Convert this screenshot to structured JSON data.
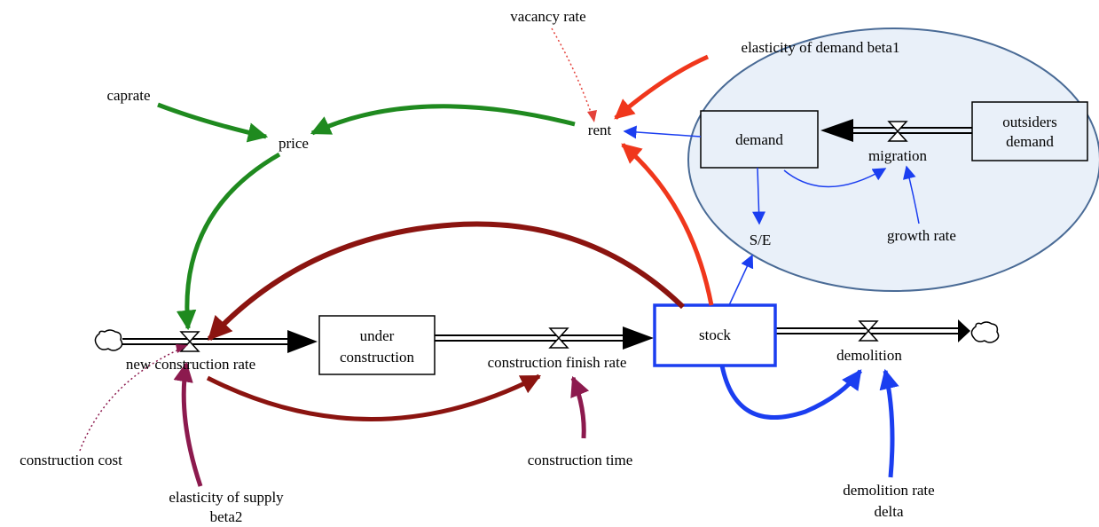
{
  "stocks": {
    "demand": "demand",
    "outsiders_demand_line1": "outsiders",
    "outsiders_demand_line2": "demand",
    "under_construction_line1": "under",
    "under_construction_line2": "construction",
    "stock": "stock"
  },
  "flows": {
    "migration": "migration",
    "new_construction_rate": "new construction rate",
    "construction_finish_rate": "construction finish rate",
    "demolition": "demolition"
  },
  "variables": {
    "vacancy_rate": "vacancy rate",
    "elasticity_of_demand": "elasticity of demand beta1",
    "caprate": "caprate",
    "price": "price",
    "rent": "rent",
    "se": "S/E",
    "growth_rate": "growth rate",
    "construction_cost": "construction cost",
    "elasticity_of_supply_line1": "elasticity of supply",
    "elasticity_of_supply_line2": "beta2",
    "construction_time": "construction time",
    "demolition_rate_line1": "demolition rate",
    "demolition_rate_line2": "delta"
  },
  "colors": {
    "green": "#1f8a1f",
    "red": "#f0371c",
    "dark_red": "#8b1410",
    "purple": "#8c1a4e",
    "blue": "#1b3ef0",
    "ellipse_fill": "#e9f0f9",
    "ellipse_stroke": "#4a6b96"
  }
}
